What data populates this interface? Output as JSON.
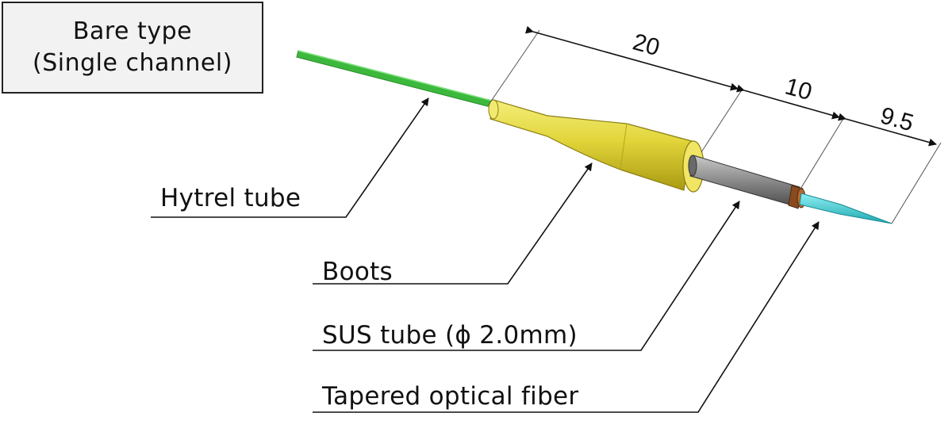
{
  "title": {
    "line1": "Bare type",
    "line2": "(Single channel)"
  },
  "labels": {
    "hytrel_tube": "Hytrel tube",
    "boots": "Boots",
    "sus_tube": "SUS tube (ϕ 2.0mm)",
    "tapered_fiber": "Tapered optical fiber"
  },
  "dimensions": {
    "d1": "20",
    "d2": "10",
    "d3": "9.5"
  },
  "colors": {
    "hytrel": "#3cb93c",
    "boots": "#e3d63a",
    "sus": "#8a8a8a",
    "ferrule": "#8a4a1e",
    "fiber": "#27c7cf",
    "line": "#111111"
  }
}
